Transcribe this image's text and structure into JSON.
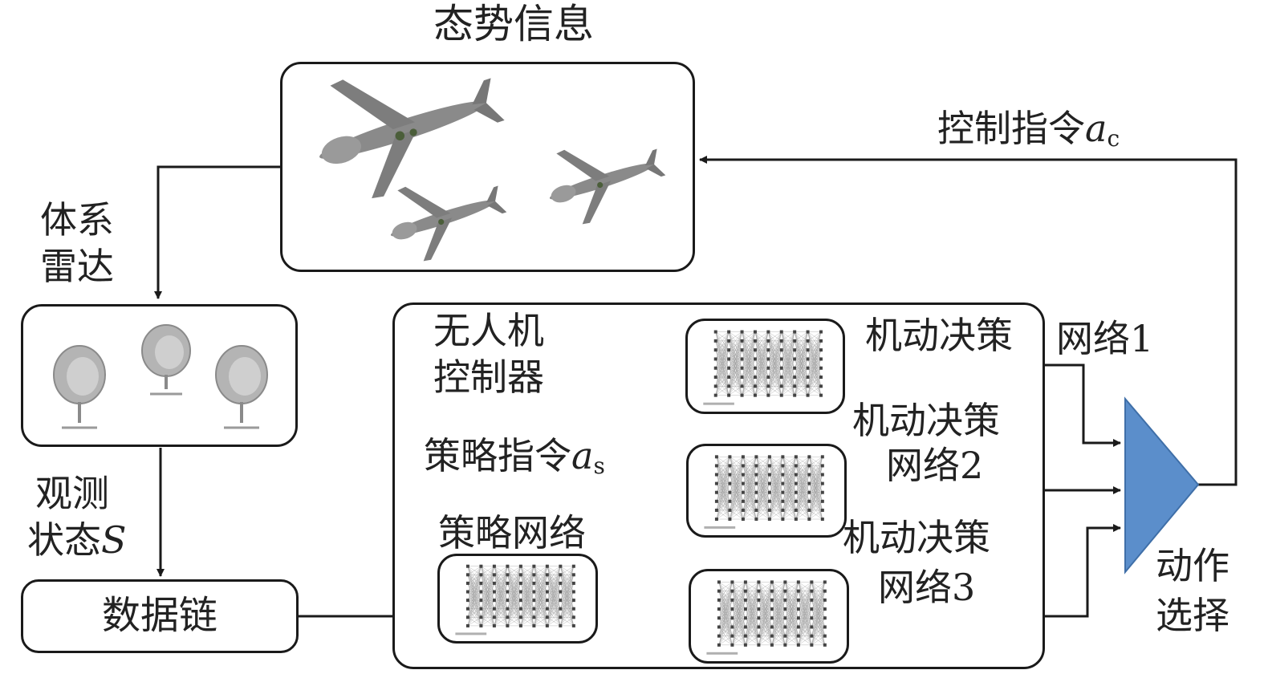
{
  "labels": {
    "situation_info": "态势信息",
    "control_cmd": "控制指令",
    "control_cmd_sym": "a",
    "control_cmd_sub": "c",
    "radar_line1": "体系",
    "radar_line2": "雷达",
    "obs_line1": "观测",
    "obs_line2": "状态",
    "obs_sym": "S",
    "datalink": "数据链",
    "uav_ctrl_line1": "无人机",
    "uav_ctrl_line2": "控制器",
    "strategy_cmd": "策略指令",
    "strategy_cmd_sym": "a",
    "strategy_cmd_sub": "s",
    "policy_net": "策略网络",
    "mnet1_a": "机动决策",
    "mnet1_b": "网络1",
    "mnet2_line1": "机动决策",
    "mnet2_line2": "网络2",
    "mnet3_line1": "机动决策",
    "mnet3_line2": "网络3",
    "action_line1": "动作",
    "action_line2": "选择"
  },
  "colors": {
    "line": "#1a1a1a",
    "selector": "#5b8ecb",
    "selector_edge": "#3f6fa8",
    "drone": "#7a7a7a",
    "radar": "#a9a9a9",
    "net": "#444444"
  },
  "icons": {
    "uav": "drone-icon",
    "radar": "radar-dish-icon",
    "network": "neural-network-icon",
    "switch": "switch-icon"
  }
}
